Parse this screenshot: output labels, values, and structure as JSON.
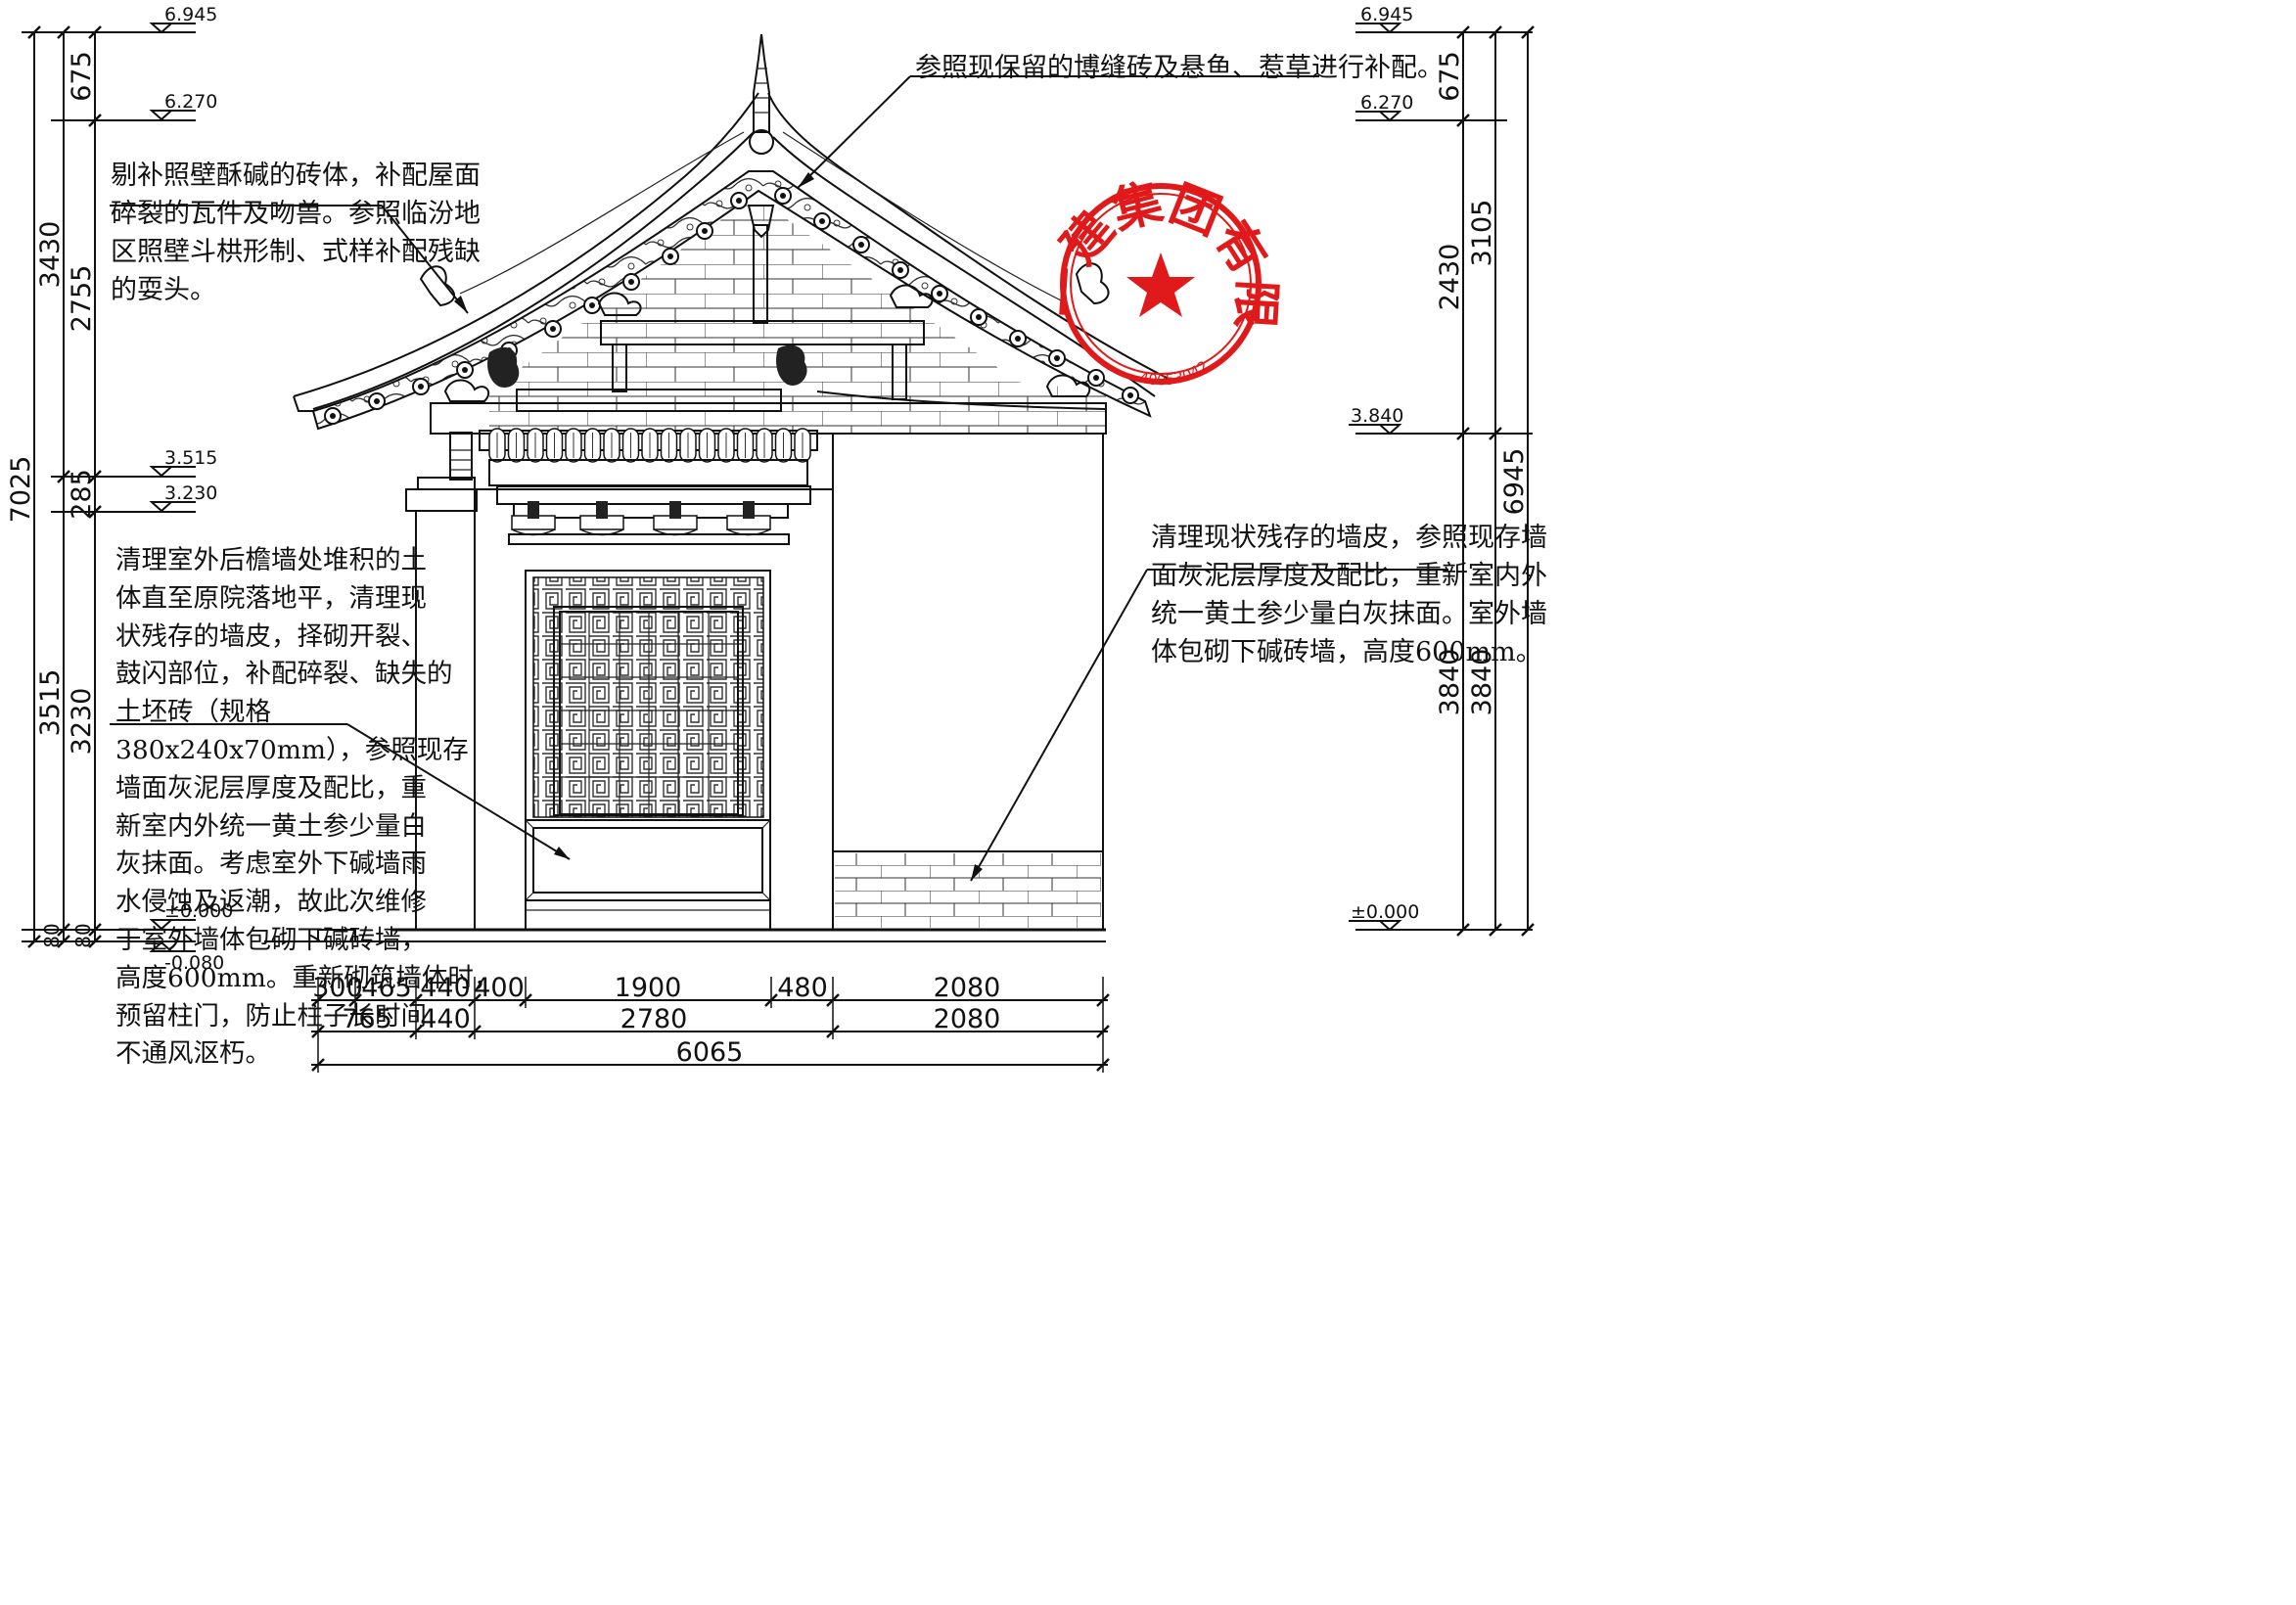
{
  "notes": {
    "top_right": "参照现保留的博缝砖及悬鱼、惹草进行补配。",
    "top_left": "剔补照壁酥碱的砖体，补配屋面\n碎裂的瓦件及吻兽。参照临汾地\n区照壁斗栱形制、式样补配残缺\n的耍头。",
    "bottom_left": "清理室外后檐墙处堆积的土\n体直至原院落地平，清理现\n状残存的墙皮，择砌开裂、\n鼓闪部位，补配碎裂、缺失的\n土坯砖（规格\n380x240x70mm），参照现存\n墙面灰泥层厚度及配比，重\n新室内外统一黄土参少量白\n灰抹面。考虑室外下碱墙雨\n水侵蚀及返潮，故此次维修\n于室外墙体包砌下碱砖墙，\n高度600mm。重新砌筑墙体时，\n预留柱门，防止柱子长时间\n不通风沤朽。",
    "right": "清理现状残存的墙皮，参照现存墙\n面灰泥层厚度及配比，重新室内外\n统一黄土参少量白灰抹面。室外墙\n体包砌下碱砖墙，高度600mm。"
  },
  "levels": {
    "left": [
      "6.945",
      "6.270",
      "3.515",
      "3.230",
      "±0.000",
      "-0.080"
    ],
    "right": [
      "6.945",
      "6.270",
      "3.840",
      "±0.000"
    ]
  },
  "left_dims": {
    "outer": [
      "7025"
    ],
    "mid": [
      "3430",
      "3515",
      "80"
    ],
    "inner": [
      "675",
      "2755",
      "285",
      "3230",
      "80"
    ]
  },
  "right_dims": {
    "inner": [
      "675",
      "2430",
      "3840"
    ],
    "outer": [
      "3105",
      "3840",
      "6945"
    ]
  },
  "bottom_dims": {
    "row1": [
      "300",
      "465",
      "440",
      "400",
      "1900",
      "480",
      "2080"
    ],
    "row2": [
      "765",
      "440",
      "2780",
      "2080"
    ],
    "row3": [
      "6065"
    ]
  },
  "stamp": {
    "text": "一建集团有限公司",
    "number": "40053042",
    "color": "#e01a1a"
  }
}
